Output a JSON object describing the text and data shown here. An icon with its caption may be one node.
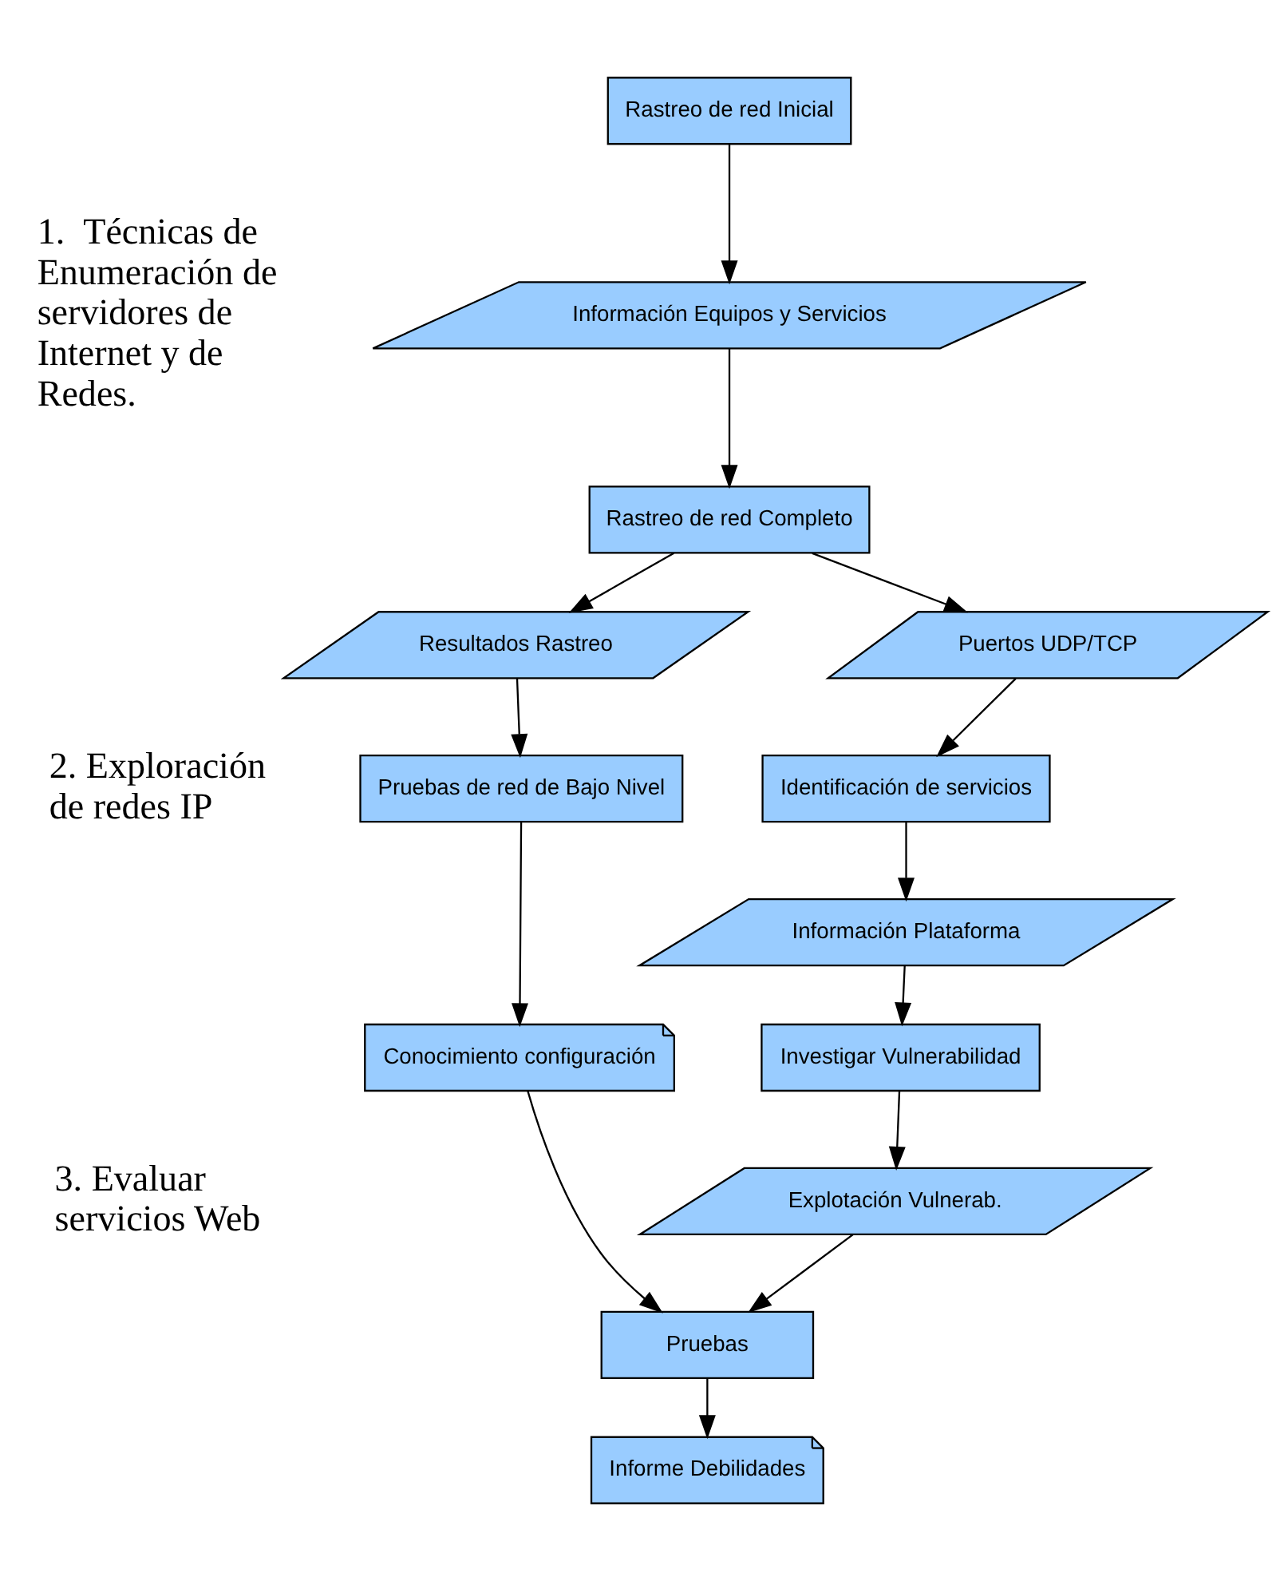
{
  "diagram": {
    "nodes": [
      {
        "text": [
          "Rastreo de red Inicial"
        ]
      },
      {
        "text": [
          "Información Equipos y Servicios"
        ]
      },
      {
        "text": [
          "Rastreo de red Completo"
        ]
      },
      {
        "text": [
          "Puertos UDP/TCP"
        ]
      },
      {
        "text": [
          "Resultados Rastreo"
        ]
      },
      {
        "text": [
          "Identificación de servicios"
        ]
      },
      {
        "text": [
          "Pruebas de red de Bajo Nivel"
        ]
      },
      {
        "text": [
          "Información Plataforma"
        ]
      },
      {
        "text": [
          "Conocimiento configuración"
        ]
      },
      {
        "text": [
          "Investigar Vulnerabilidad"
        ]
      },
      {
        "text": [
          "Explotación Vulnerab."
        ]
      },
      {
        "text": [
          "Pruebas"
        ]
      },
      {
        "text": [
          "Informe Debilidades"
        ]
      }
    ],
    "edges": [
      {
        "from": 0,
        "to": 1,
        "arrow": "to"
      },
      {
        "from": 1,
        "to": 2,
        "arrow": "to"
      },
      {
        "from": 2,
        "to": 3,
        "arrow": "to"
      },
      {
        "from": 2,
        "to": 4,
        "arrow": "to"
      },
      {
        "from": 3,
        "to": 5,
        "arrow": "to"
      },
      {
        "from": 4,
        "to": 6,
        "arrow": "to"
      },
      {
        "from": 5,
        "to": 7,
        "arrow": "to"
      },
      {
        "from": 6,
        "to": 8,
        "arrow": "to"
      },
      {
        "from": 7,
        "to": 9,
        "arrow": "to"
      },
      {
        "from": 9,
        "to": 10,
        "arrow": "to"
      },
      {
        "from": 8,
        "to": 11,
        "arrow": "to"
      },
      {
        "from": 10,
        "to": 11,
        "arrow": "to"
      },
      {
        "from": 11,
        "to": 12,
        "arrow": "to"
      }
    ],
    "labels": [
      "1.  Técnicas de Enumeración de servidores de Internet y de Redes.",
      "2. Exploración de redes IP",
      "3. Evaluar servicios Web"
    ]
  }
}
